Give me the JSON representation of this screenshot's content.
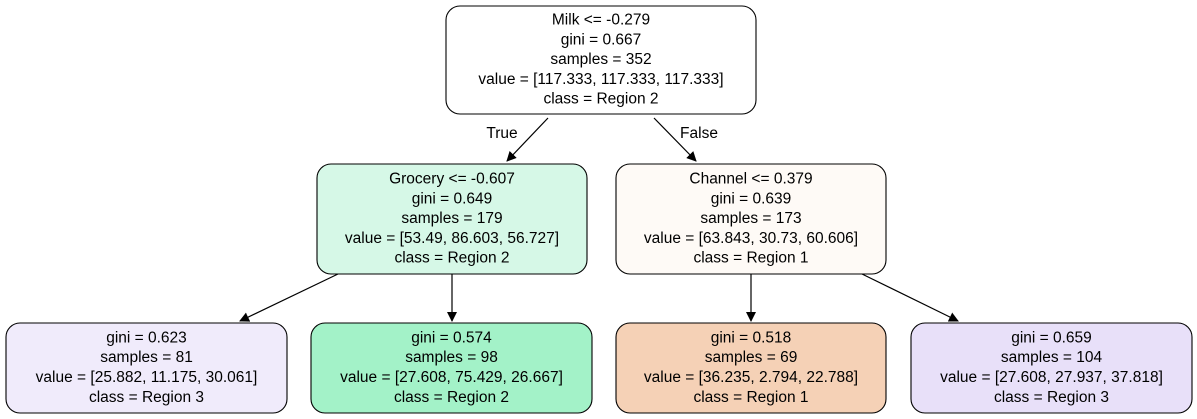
{
  "tree": {
    "nodes": [
      {
        "id": "root",
        "lines": [
          "Milk <= -0.279",
          "gini = 0.667",
          "samples = 352",
          "value = [117.333, 117.333, 117.333]",
          "class = Region 2"
        ],
        "fill": "#ffffff"
      },
      {
        "id": "grocery",
        "lines": [
          "Grocery <= -0.607",
          "gini = 0.649",
          "samples = 179",
          "value = [53.49, 86.603, 56.727]",
          "class = Region 2"
        ],
        "fill": "#d6f8e7"
      },
      {
        "id": "channel",
        "lines": [
          "Channel <= 0.379",
          "gini = 0.639",
          "samples = 173",
          "value = [63.843, 30.73, 60.606]",
          "class = Region 1"
        ],
        "fill": "#fefaf6"
      },
      {
        "id": "leaf-1",
        "lines": [
          "gini = 0.623",
          "samples = 81",
          "value = [25.882, 11.175, 30.061]",
          "class = Region 3"
        ],
        "fill": "#f0ebfb"
      },
      {
        "id": "leaf-2",
        "lines": [
          "gini = 0.574",
          "samples = 98",
          "value = [27.608, 75.429, 26.667]",
          "class = Region 2"
        ],
        "fill": "#a3f2c8"
      },
      {
        "id": "leaf-3",
        "lines": [
          "gini = 0.518",
          "samples = 69",
          "value = [36.235, 2.794, 22.788]",
          "class = Region 1"
        ],
        "fill": "#f5d1b6"
      },
      {
        "id": "leaf-4",
        "lines": [
          "gini = 0.659",
          "samples = 104",
          "value = [27.608, 27.937, 37.818]",
          "class = Region 3"
        ],
        "fill": "#e8e0f9"
      }
    ],
    "edges": [
      {
        "from": "root",
        "to": "grocery",
        "label": "True"
      },
      {
        "from": "root",
        "to": "channel",
        "label": "False"
      },
      {
        "from": "grocery",
        "to": "leaf-1",
        "label": ""
      },
      {
        "from": "grocery",
        "to": "leaf-2",
        "label": ""
      },
      {
        "from": "channel",
        "to": "leaf-3",
        "label": ""
      },
      {
        "from": "channel",
        "to": "leaf-4",
        "label": ""
      }
    ]
  }
}
